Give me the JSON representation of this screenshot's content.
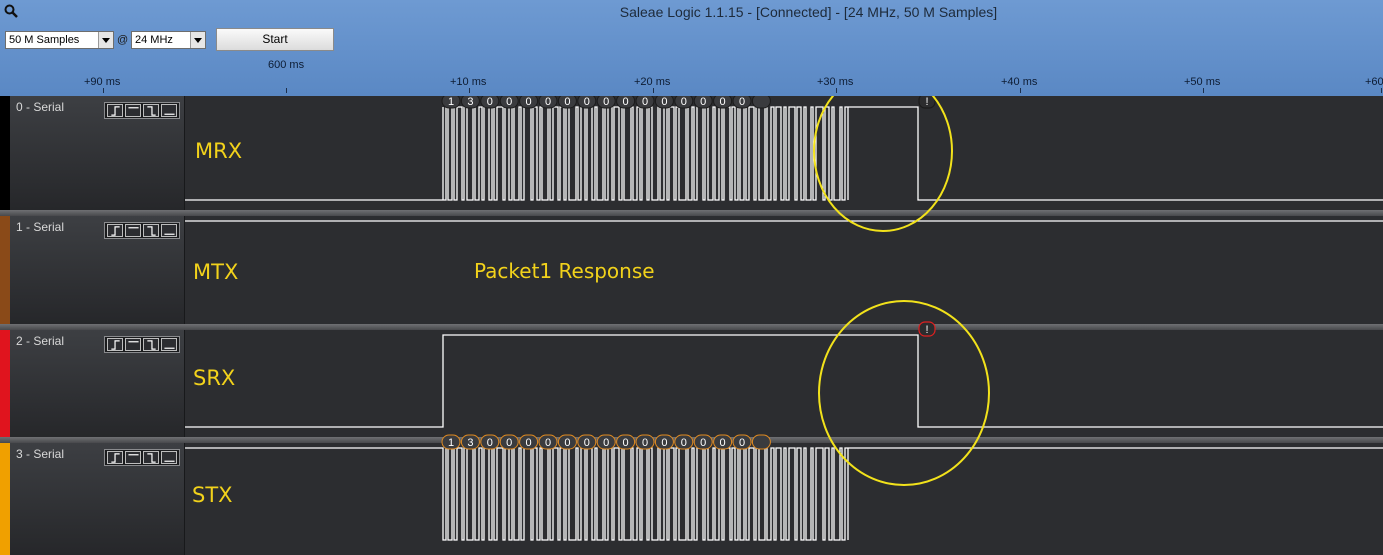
{
  "window": {
    "title": "Saleae Logic 1.1.15 - [Connected] - [24 MHz, 50 M Samples]"
  },
  "toolbar": {
    "samples_value": "50 M Samples",
    "at_symbol": "@",
    "rate_value": "24 MHz",
    "start_label": "Start"
  },
  "timeline": {
    "scale_label": "600 ms",
    "ticks": [
      "+90 ms",
      "+10 ms",
      "+20 ms",
      "+30 ms",
      "+40 ms",
      "+50 ms",
      "+60"
    ]
  },
  "channels": [
    {
      "name": "0 - Serial",
      "stripe_color": "#000000",
      "signal_label": "MRX"
    },
    {
      "name": "1 - Serial",
      "stripe_color": "#8a4a18",
      "signal_label": "MTX"
    },
    {
      "name": "2 - Serial",
      "stripe_color": "#e0141e",
      "signal_label": "SRX"
    },
    {
      "name": "3 - Serial",
      "stripe_color": "#f0a000",
      "signal_label": "STX"
    }
  ],
  "decoded_bytes": [
    "1",
    "3",
    "0",
    "0",
    "0",
    "0",
    "0",
    "0",
    "0",
    "0",
    "0",
    "0",
    "0",
    "0",
    "0",
    "0",
    ""
  ],
  "error_marker": "!",
  "annotation": "Packet1 Response",
  "colors": {
    "highlight_circle": "#f2e21b",
    "signal_trace": "#ffffff",
    "error_bubble": "#e02020"
  }
}
